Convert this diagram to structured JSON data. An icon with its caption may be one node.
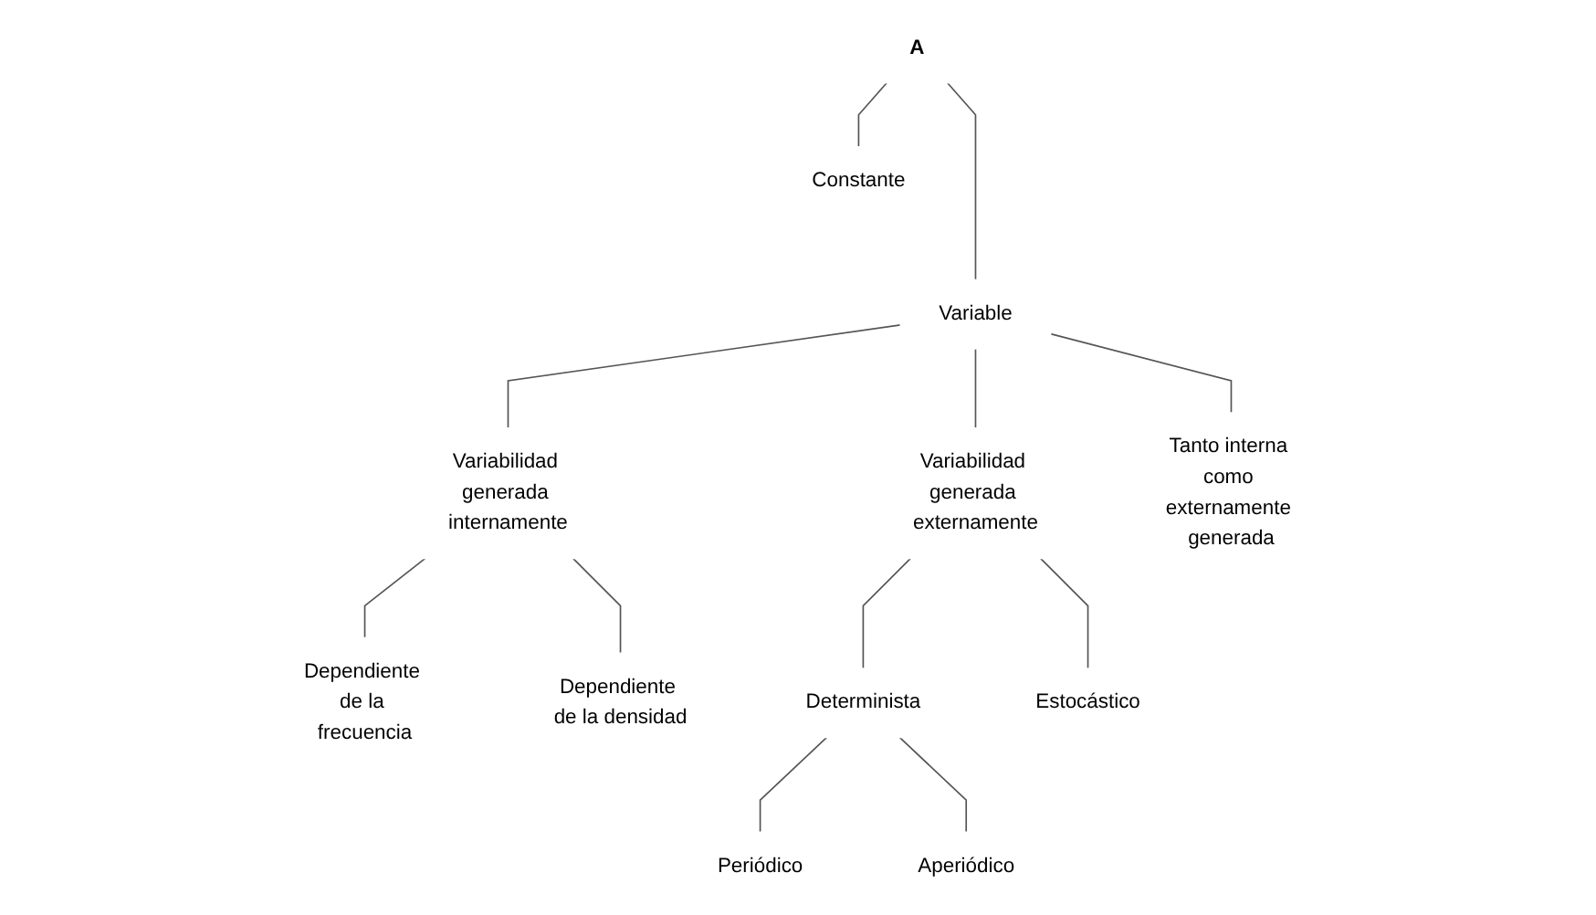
{
  "diagram": {
    "nodes": [
      {
        "text": [
          "A"
        ]
      },
      {
        "text": [
          "Constante"
        ]
      },
      {
        "text": [
          "Variable"
        ]
      },
      {
        "text": [
          "Variabilidad generada internamente"
        ]
      },
      {
        "text": [
          "Variabilidad generada externamente"
        ]
      },
      {
        "text": [
          "Tanto interna como externamente generada"
        ]
      },
      {
        "text": [
          "Dependiente de la frecuencia"
        ]
      },
      {
        "text": [
          "Dependiente de la densidad"
        ]
      },
      {
        "text": [
          "Determinista"
        ]
      },
      {
        "text": [
          "Estocástico"
        ]
      },
      {
        "text": [
          "Periódico"
        ]
      },
      {
        "text": [
          "Aperiódico"
        ]
      }
    ],
    "edges": [
      {
        "from": 0,
        "to": 1,
        "arrow": "none"
      },
      {
        "from": 0,
        "to": 2,
        "arrow": "none"
      },
      {
        "from": 2,
        "to": 3,
        "arrow": "none"
      },
      {
        "from": 2,
        "to": 4,
        "arrow": "none"
      },
      {
        "from": 2,
        "to": 5,
        "arrow": "none"
      },
      {
        "from": 3,
        "to": 6,
        "arrow": "none"
      },
      {
        "from": 3,
        "to": 7,
        "arrow": "none"
      },
      {
        "from": 4,
        "to": 8,
        "arrow": "none"
      },
      {
        "from": 4,
        "to": 9,
        "arrow": "none"
      },
      {
        "from": 8,
        "to": 10,
        "arrow": "none"
      },
      {
        "from": 8,
        "to": 11,
        "arrow": "none"
      }
    ]
  }
}
